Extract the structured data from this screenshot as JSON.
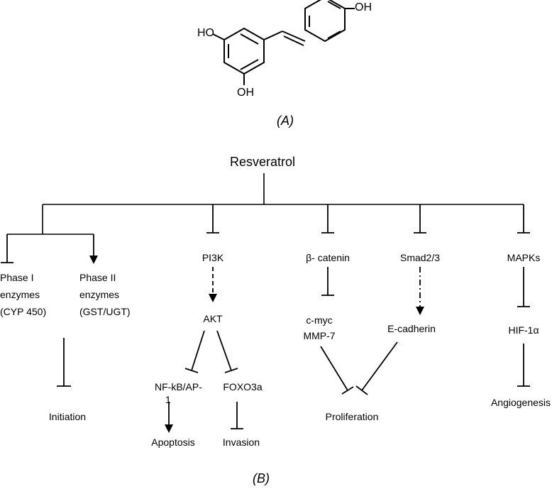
{
  "molecule": {
    "hydroxyl_left": "HO",
    "hydroxyl_bottom": "OH",
    "hydroxyl_right": "OH"
  },
  "captions": {
    "a": "(A)",
    "b": "(B)"
  },
  "root": "Resveratrol",
  "nodes": {
    "phase1_l1": "Phase I",
    "phase1_l2": "enzymes",
    "phase1_l3": "(CYP 450)",
    "phase2_l1": "Phase II",
    "phase2_l2": "enzymes",
    "phase2_l3": "(GST/UGT)",
    "initiation": "Initiation",
    "pi3k": "PI3K",
    "akt": "AKT",
    "nfkb_l1": "NF-kB/AP-",
    "nfkb_l2": "1",
    "foxo3a": "FOXO3a",
    "apoptosis": "Apoptosis",
    "invasion": "Invasion",
    "bcatenin": "β- catenin",
    "cmyc": "c-myc",
    "mmp7": "MMP-7",
    "proliferation": "Proliferation",
    "smad": "Smad2/3",
    "ecadherin": "E-cadherin",
    "mapks": "MAPKs",
    "hif": "HIF-1α",
    "angiogenesis": "Angiogenesis"
  },
  "edge_types": [
    "inhibition",
    "activation",
    "indirect-activation"
  ]
}
